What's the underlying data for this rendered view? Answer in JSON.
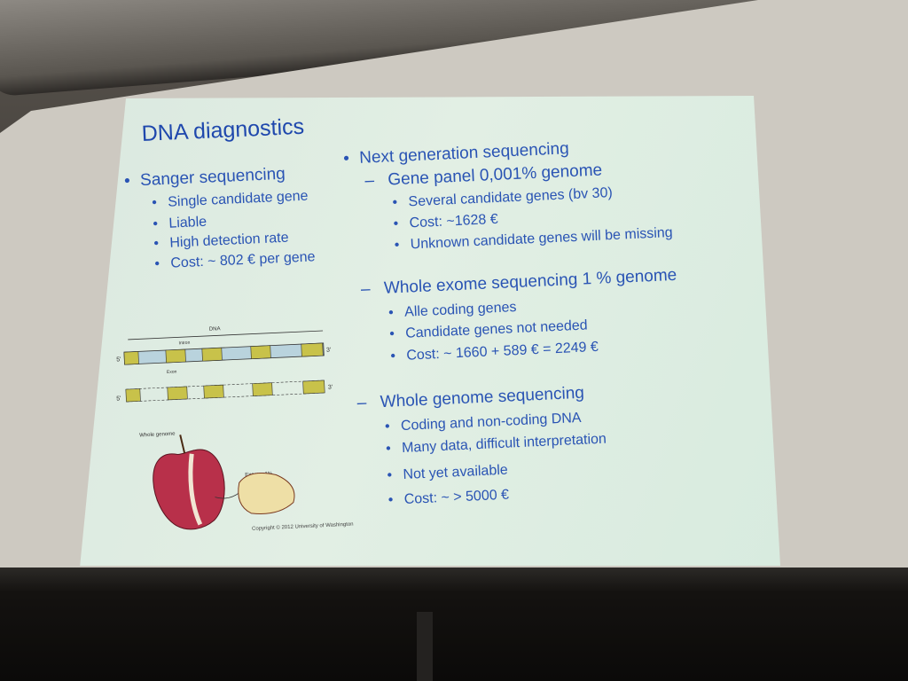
{
  "slide": {
    "title": "DNA diagnostics",
    "left": {
      "heading": "Sanger sequencing",
      "bullets": [
        "Single candidate gene",
        "Liable",
        "High detection rate",
        "Cost: ~ 802 € per gene"
      ]
    },
    "right": {
      "heading": "Next generation sequencing",
      "sections": [
        {
          "heading": "Gene panel 0,001% genome",
          "bullets": [
            "Several candidate genes (bv 30)",
            "Cost: ~1628 €",
            "Unknown candidate genes will be missing"
          ]
        },
        {
          "heading": "Whole exome sequencing 1 % genome",
          "bullets": [
            "Alle coding genes",
            "Candidate genes not needed",
            "Cost: ~ 1660 + 589 € =  2249 €"
          ]
        },
        {
          "heading": "Whole genome sequencing",
          "bullets": [
            "Coding and non-coding DNA",
            "Many data, difficult interpretation",
            "Not yet available",
            "Cost: ~ > 5000 €"
          ]
        }
      ]
    },
    "figure": {
      "dna_label": "DNA",
      "intron_label": "Intron",
      "exon_label": "Exon",
      "five_prime": "5'",
      "three_prime": "3'",
      "whole_genome_label": "Whole genome",
      "exome_label": "Exome=1%",
      "copyright": "Copyright © 2012 University of Washington"
    }
  },
  "colors": {
    "slide_text": "#2a54b4",
    "exon": "#c8c24a",
    "intron": "#b9d3dd"
  }
}
